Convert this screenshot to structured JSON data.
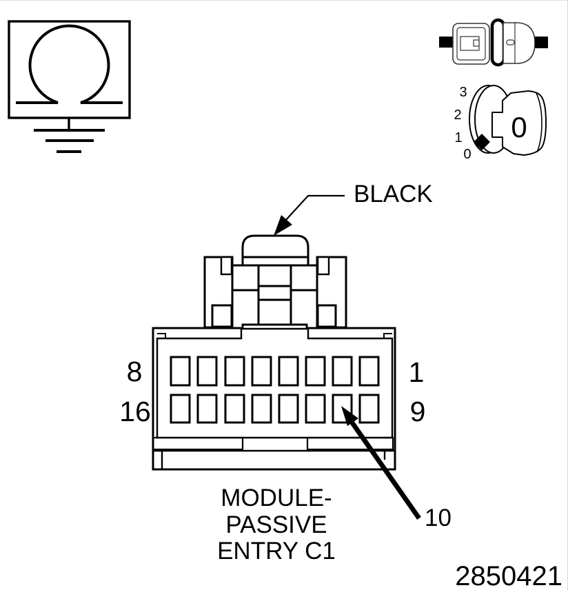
{
  "figure": {
    "number": "2850421"
  },
  "callouts": {
    "wire_color_label": "BLACK",
    "pin_callout_label": "10"
  },
  "connector": {
    "caption_line1": "MODULE-",
    "caption_line2": "PASSIVE",
    "caption_line3": "ENTRY C1",
    "pin_label_top_left": "8",
    "pin_label_top_right": "1",
    "pin_label_bottom_left": "16",
    "pin_label_bottom_right": "9",
    "rows": 2,
    "pins_per_row": 8
  },
  "ignition_dial_icon": {
    "position_labels": [
      "3",
      "2",
      "1",
      "0"
    ],
    "key_face_label": "0",
    "selected_position": "0"
  },
  "icons": [
    "lamp-ground-icon",
    "inline-connector-icon",
    "ignition-off-icon"
  ],
  "colors": {
    "line": "#000000",
    "fill": "#ffffff",
    "background": "#ffffff"
  }
}
